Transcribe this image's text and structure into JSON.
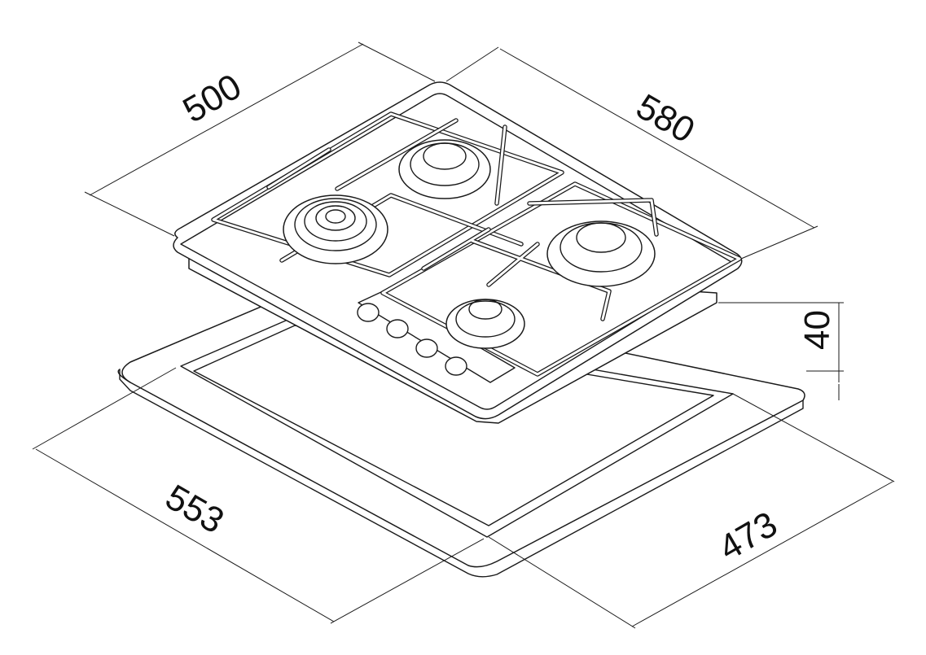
{
  "dimensions": {
    "hob_depth": "500",
    "hob_width": "580",
    "hob_height": "40",
    "cutout_width": "553",
    "cutout_depth": "473"
  }
}
